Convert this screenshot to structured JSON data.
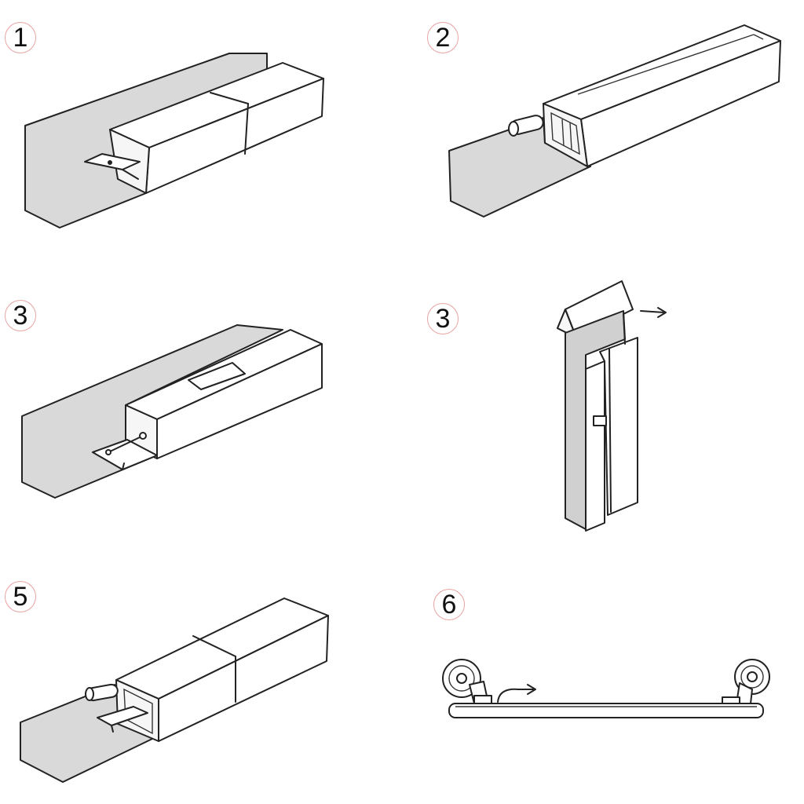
{
  "steps": [
    {
      "id": "step-1",
      "label": "1"
    },
    {
      "id": "step-2",
      "label": "2"
    },
    {
      "id": "step-3a",
      "label": "3"
    },
    {
      "id": "step-3b",
      "label": "3"
    },
    {
      "id": "step-5",
      "label": "5"
    },
    {
      "id": "step-6",
      "label": "6"
    }
  ],
  "colors": {
    "line": "#222222",
    "wall_fill": "#d9d9d9",
    "badge_border": "#e7a3a3",
    "background": "#ffffff"
  }
}
